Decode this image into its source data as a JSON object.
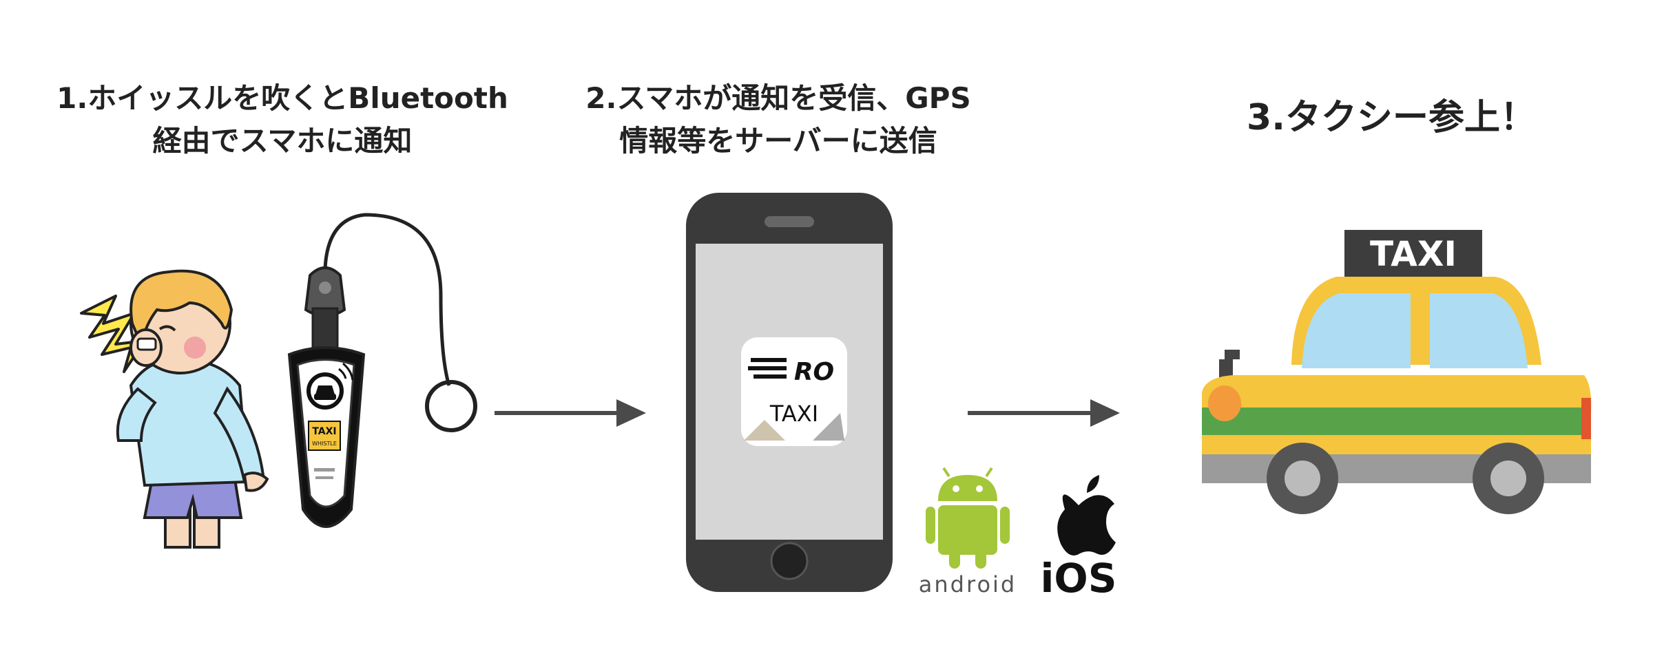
{
  "steps": [
    {
      "line1": "1.ホイッスルを吹くとBluetooth",
      "line2": "経由でスマホに通知"
    },
    {
      "line1": "2.スマホが通知を受信、GPS",
      "line2": "情報等をサーバーに送信"
    },
    {
      "line1": "3.タクシー参上！",
      "line2": ""
    }
  ],
  "whistle": {
    "brand": "TAXI",
    "subtext": "WHISTLE"
  },
  "app": {
    "logo": "RO",
    "label": "TAXI"
  },
  "platforms": {
    "android_label": "android",
    "ios_label": "iOS"
  },
  "taxi": {
    "sign": "TAXI"
  },
  "colors": {
    "taxi_yellow": "#f5c53d",
    "taxi_stripe": "#58a34a",
    "window": "#aedcf2",
    "phone_body": "#3a3a3a",
    "screen": "#d6d6d6",
    "android_green": "#a4c639",
    "arrow": "#4a4a4a"
  }
}
